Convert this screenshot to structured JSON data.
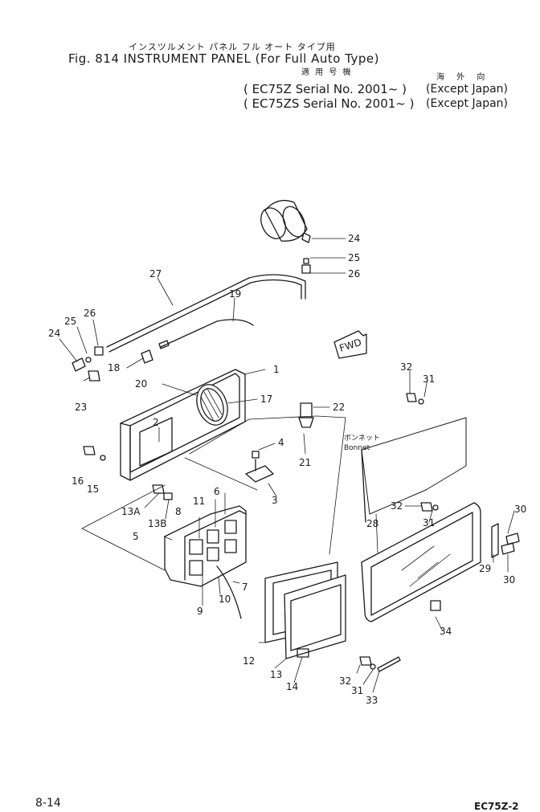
{
  "header": {
    "jp_title": "インスツルメント パネル フル オート タイプ用",
    "fig_title": "Fig. 814  INSTRUMENT PANEL (For Full Auto Type)",
    "jp_applicability": "適 用 号 機",
    "jp_overseas": "海 外 向",
    "serial_1": "( EC75Z   Serial No. 2001~ )",
    "serial_2": "( EC75ZS Serial No. 2001~ )",
    "region_1": "(Except Japan)",
    "region_2": "(Except Japan)"
  },
  "diagram": {
    "fwd_label": "FWD",
    "bonnet_jp": "ボンネット",
    "bonnet_en": "Bonnet",
    "callouts": {
      "c1": "1",
      "c2": "2",
      "c3": "3",
      "c4": "4",
      "c5": "5",
      "c6": "6",
      "c7": "7",
      "c8": "8",
      "c9": "9",
      "c10": "10",
      "c11": "11",
      "c12": "12",
      "c13": "13",
      "c13a": "13A",
      "c13b": "13B",
      "c14": "14",
      "c15": "15",
      "c16": "16",
      "c17": "17",
      "c18": "18",
      "c19": "19",
      "c20": "20",
      "c21": "21",
      "c22": "22",
      "c23": "23",
      "c24a": "24",
      "c24b": "24",
      "c25a": "25",
      "c25b": "25",
      "c26a": "26",
      "c26b": "26",
      "c27": "27",
      "c28": "28",
      "c29": "29",
      "c30a": "30",
      "c30b": "30",
      "c31a": "31",
      "c31b": "31",
      "c31c": "31",
      "c32a": "32",
      "c32b": "32",
      "c32c": "32",
      "c33": "33",
      "c34": "34"
    }
  },
  "footer": {
    "page_number": "8-14",
    "doc_code": "EC75Z-2"
  }
}
